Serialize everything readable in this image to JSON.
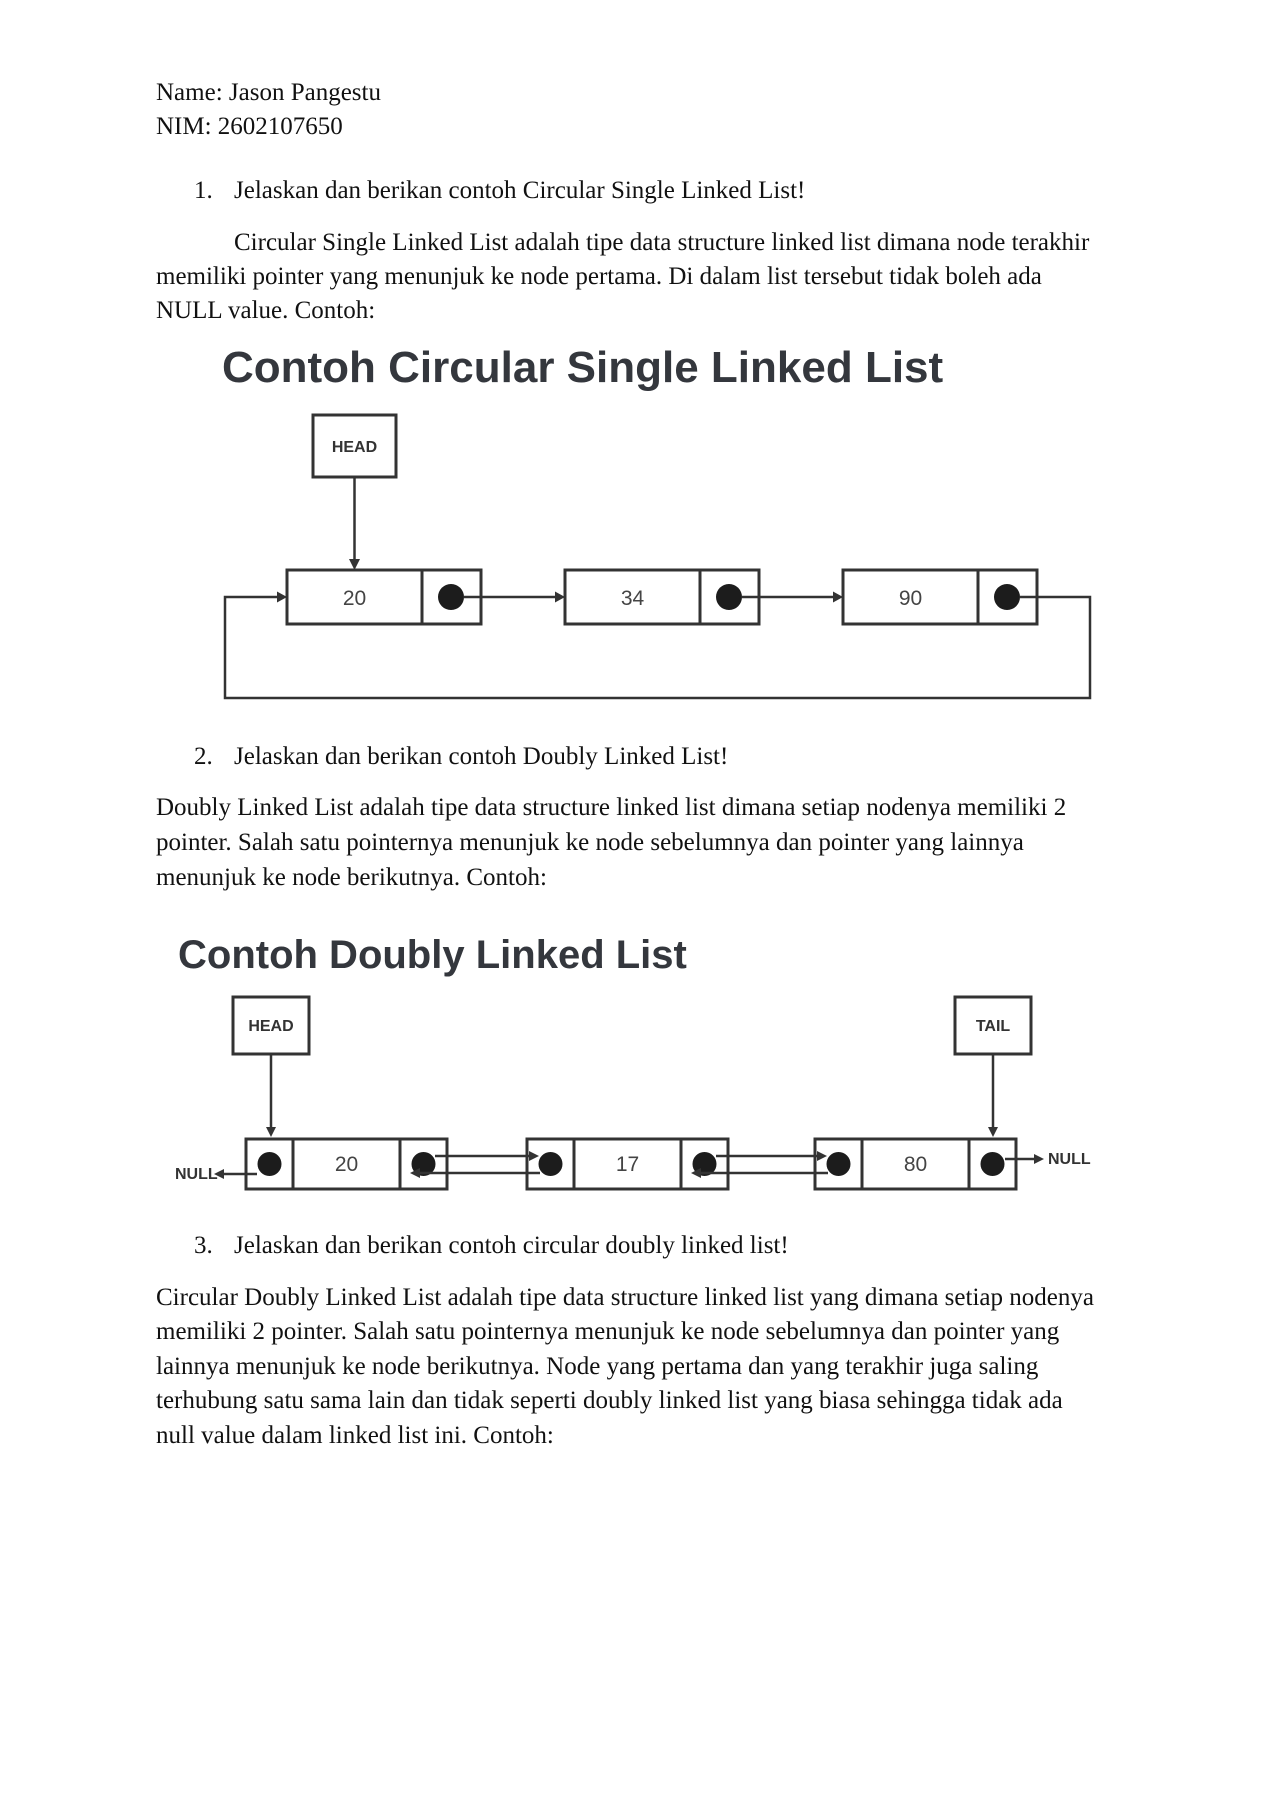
{
  "header": {
    "name_line": "Name: Jason Pangestu",
    "nim_line": "NIM: 2602107650"
  },
  "q1": {
    "number": "1.",
    "question": "Jelaskan dan berikan contoh Circular Single Linked List!",
    "answer_line1": "Circular Single Linked List adalah tipe data structure linked list dimana node terakhir",
    "answer_line2": "memiliki pointer yang menunjuk ke node pertama. Di dalam list tersebut tidak boleh ada",
    "answer_line3": "NULL value. Contoh:",
    "diagram": {
      "title": "Contoh Circular Single Linked List",
      "head_label": "HEAD",
      "nodes": [
        "20",
        "34",
        "90"
      ]
    }
  },
  "q2": {
    "number": "2.",
    "question": "Jelaskan dan berikan contoh Doubly Linked List!",
    "answer_line1": "Doubly Linked List adalah tipe data structure linked list dimana setiap nodenya memiliki 2",
    "answer_line2": "pointer. Salah satu pointernya menunjuk ke node sebelumnya dan pointer yang lainnya",
    "answer_line3": "menunjuk ke node berikutnya. Contoh:",
    "diagram": {
      "title": "Contoh Doubly Linked List",
      "head_label": "HEAD",
      "tail_label": "TAIL",
      "null_left": "NULL",
      "null_right": "NULL",
      "nodes": [
        "20",
        "17",
        "80"
      ]
    }
  },
  "q3": {
    "number": "3.",
    "question": "Jelaskan dan berikan contoh circular doubly linked list!",
    "answer_line1": "Circular Doubly Linked List adalah tipe data structure linked list yang dimana setiap nodenya",
    "answer_line2": "memiliki 2 pointer. Salah satu pointernya menunjuk ke node sebelumnya dan pointer yang",
    "answer_line3": "lainnya menunjuk ke node berikutnya. Node yang pertama dan yang terakhir juga saling",
    "answer_line4": "terhubung satu sama lain dan tidak seperti doubly linked list yang biasa sehingga tidak ada",
    "answer_line5": "null value dalam linked list ini. Contoh:"
  }
}
